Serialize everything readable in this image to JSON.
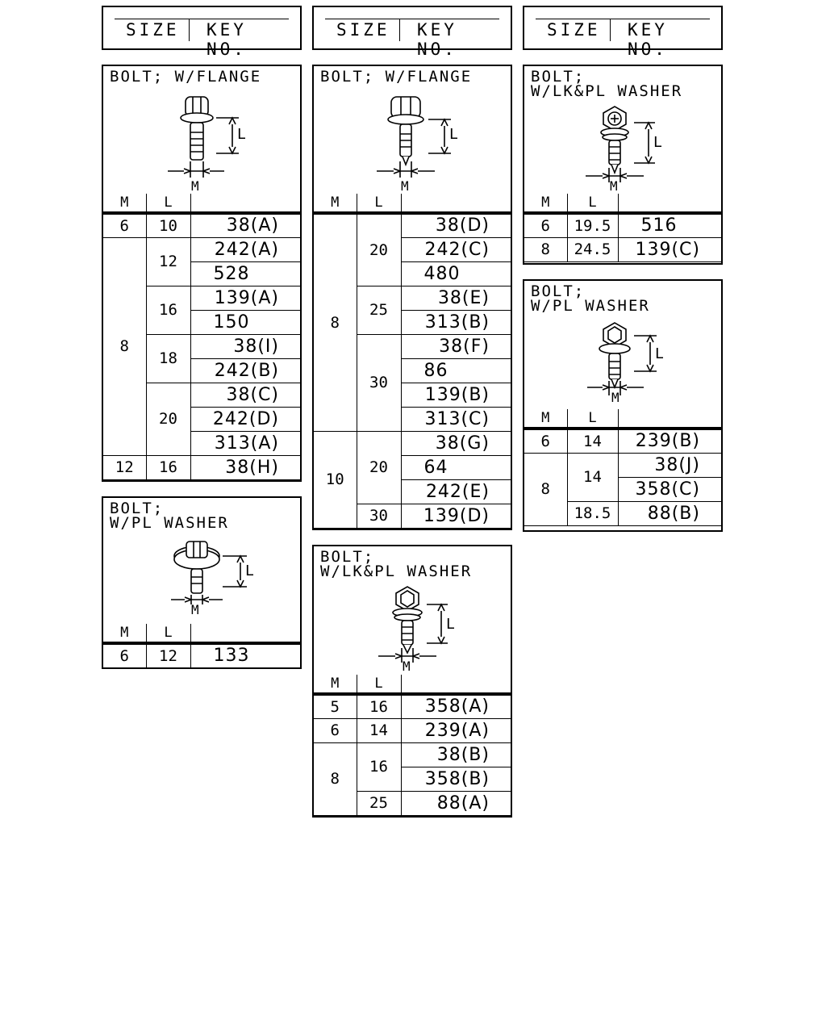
{
  "header": {
    "size_label": "SIZE",
    "key_label": "KEY NO."
  },
  "columns": {
    "m": "M",
    "l": "L"
  },
  "dims": {
    "l": "L",
    "m": "M"
  },
  "panels": {
    "flange_a": {
      "title": "BOLT; W/FLANGE",
      "rows": [
        {
          "m": "6",
          "l": "10",
          "key": "38(A)"
        },
        {
          "m": "8",
          "l": "12",
          "key": "242(A)"
        },
        {
          "key": "528"
        },
        {
          "l": "16",
          "key": "139(A)"
        },
        {
          "key": "150"
        },
        {
          "l": "18",
          "key": "38(I)"
        },
        {
          "key": "242(B)"
        },
        {
          "l": "20",
          "key": "38(C)"
        },
        {
          "key": "242(D)"
        },
        {
          "key": "313(A)"
        },
        {
          "m": "12",
          "l": "16",
          "key": "38(H)"
        }
      ]
    },
    "pl_washer_a": {
      "title": "BOLT;\nW/PL WASHER",
      "rows": [
        {
          "m": "6",
          "l": "12",
          "key": "133"
        }
      ]
    },
    "flange_b": {
      "title": "BOLT; W/FLANGE",
      "rows": [
        {
          "m": "8",
          "l": "20",
          "key": "38(D)"
        },
        {
          "key": "242(C)"
        },
        {
          "key": "480"
        },
        {
          "l": "25",
          "key": "38(E)"
        },
        {
          "key": "313(B)"
        },
        {
          "l": "30",
          "key": "38(F)"
        },
        {
          "key": "86"
        },
        {
          "key": "139(B)"
        },
        {
          "key": "313(C)"
        },
        {
          "m": "10",
          "l": "20",
          "key": "38(G)"
        },
        {
          "key": "64"
        },
        {
          "key": "242(E)"
        },
        {
          "l": "30",
          "key": "139(D)"
        }
      ]
    },
    "lk_pl_washer_b": {
      "title": "BOLT;\nW/LK&PL WASHER",
      "rows": [
        {
          "m": "5",
          "l": "16",
          "key": "358(A)"
        },
        {
          "m": "6",
          "l": "14",
          "key": "239(A)"
        },
        {
          "m": "8",
          "l": "16",
          "key": "38(B)"
        },
        {
          "key": "358(B)"
        },
        {
          "l": "25",
          "key": "88(A)"
        }
      ]
    },
    "lk_pl_washer_c": {
      "title": "BOLT;\nW/LK&PL WASHER",
      "rows": [
        {
          "m": "6",
          "l": "19.5",
          "key": "516"
        },
        {
          "m": "8",
          "l": "24.5",
          "key": "139(C)"
        }
      ]
    },
    "pl_washer_c": {
      "title": "BOLT;\nW/PL WASHER",
      "rows": [
        {
          "m": "6",
          "l": "14",
          "key": "239(B)"
        },
        {
          "m": "8",
          "l": "14",
          "key": "38(J)"
        },
        {
          "key": "358(C)"
        },
        {
          "l": "18.5",
          "key": "88(B)"
        }
      ]
    }
  }
}
